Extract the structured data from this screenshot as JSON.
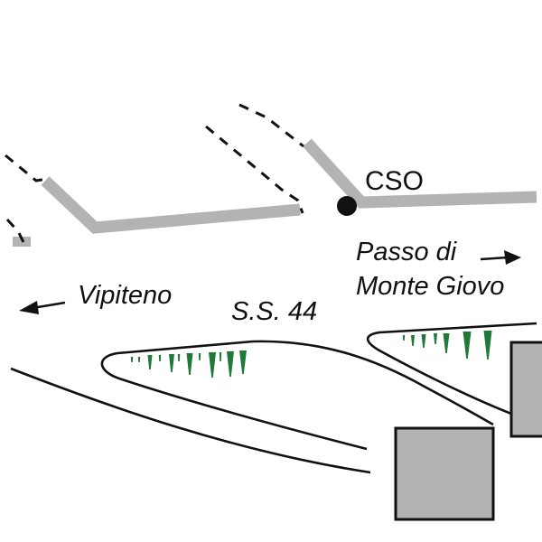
{
  "diagram": {
    "labels": {
      "site": "CSO",
      "destination_right_line1": "Passo di",
      "destination_right_line2": "Monte Giovo",
      "destination_left": "Vipiteno",
      "road_name": "S.S. 44"
    },
    "colors": {
      "road_fill": "#b3b3b3",
      "block_fill": "#b3b3b3",
      "vegetation": "#1f7a3a",
      "line": "#111111",
      "background": "#ffffff"
    },
    "icons": {
      "site_marker": "filled-circle",
      "left_arrow": "arrow-left",
      "right_arrow": "arrow-right"
    }
  }
}
